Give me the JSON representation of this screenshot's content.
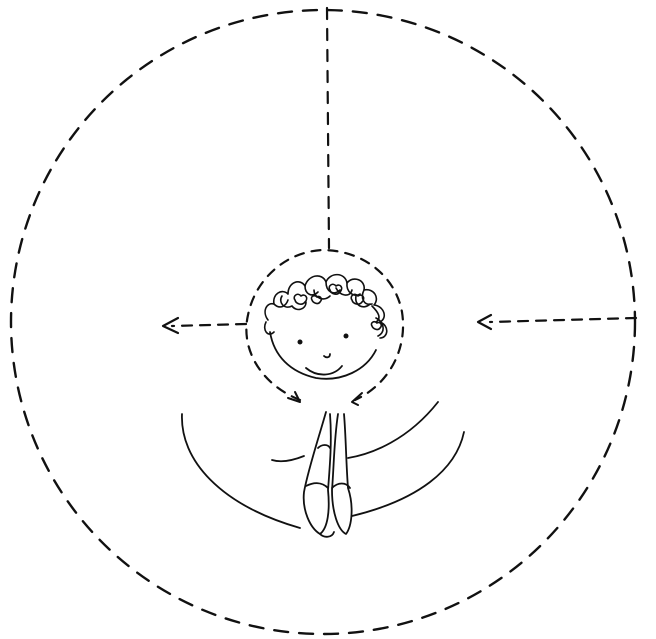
{
  "diagram": {
    "kind": "hand-drawn sketch",
    "ink_color": "#111111",
    "background_color": "#ffffff",
    "elements": [
      "outer-dashed-circle",
      "inner-dashed-circle",
      "vertical-dashed-line",
      "left-dashed-arrow",
      "right-dashed-arrow",
      "child-figure-with-curly-hair",
      "praying-hands",
      "curved-arms"
    ]
  }
}
